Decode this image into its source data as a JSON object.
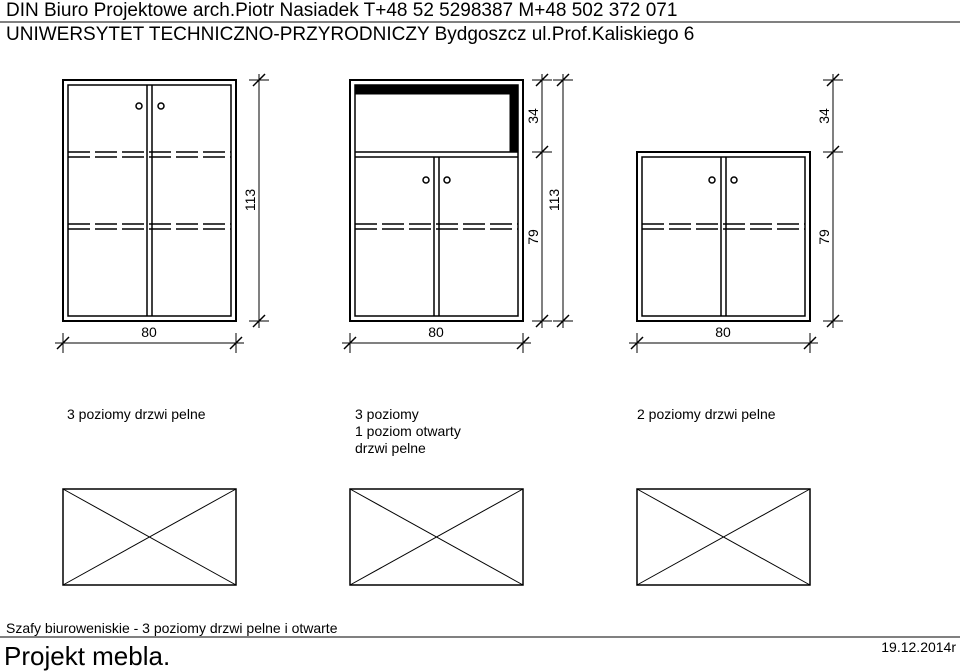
{
  "header": {
    "line1": "DIN Biuro Projektowe arch.Piotr Nasiadek T+48 52 5298387 M+48 502 372 071",
    "line2": "UNIWERSYTET TECHNICZNO-PRZYRODNICZY Bydgoszcz ul.Prof.Kaliskiego 6"
  },
  "cabinets": [
    {
      "width_label": "80",
      "height_labels": [
        "113"
      ],
      "caption": "3 poziomy drzwi pelne"
    },
    {
      "width_label": "80",
      "height_labels_inner": [
        "34",
        "79"
      ],
      "height_labels_outer": [
        "113"
      ],
      "caption": "3 poziomy\n1 poziom otwarty\ndrzwi pelne"
    },
    {
      "width_label": "80",
      "height_labels": [
        "34",
        "79"
      ],
      "caption": "2 poziomy drzwi pelne"
    }
  ],
  "footer": {
    "subtitle": "Szafy biuroweniskie - 3 poziomy drzwi pelne i otwarte",
    "title": "Projekt mebla.",
    "date": "19.12.2014r"
  }
}
